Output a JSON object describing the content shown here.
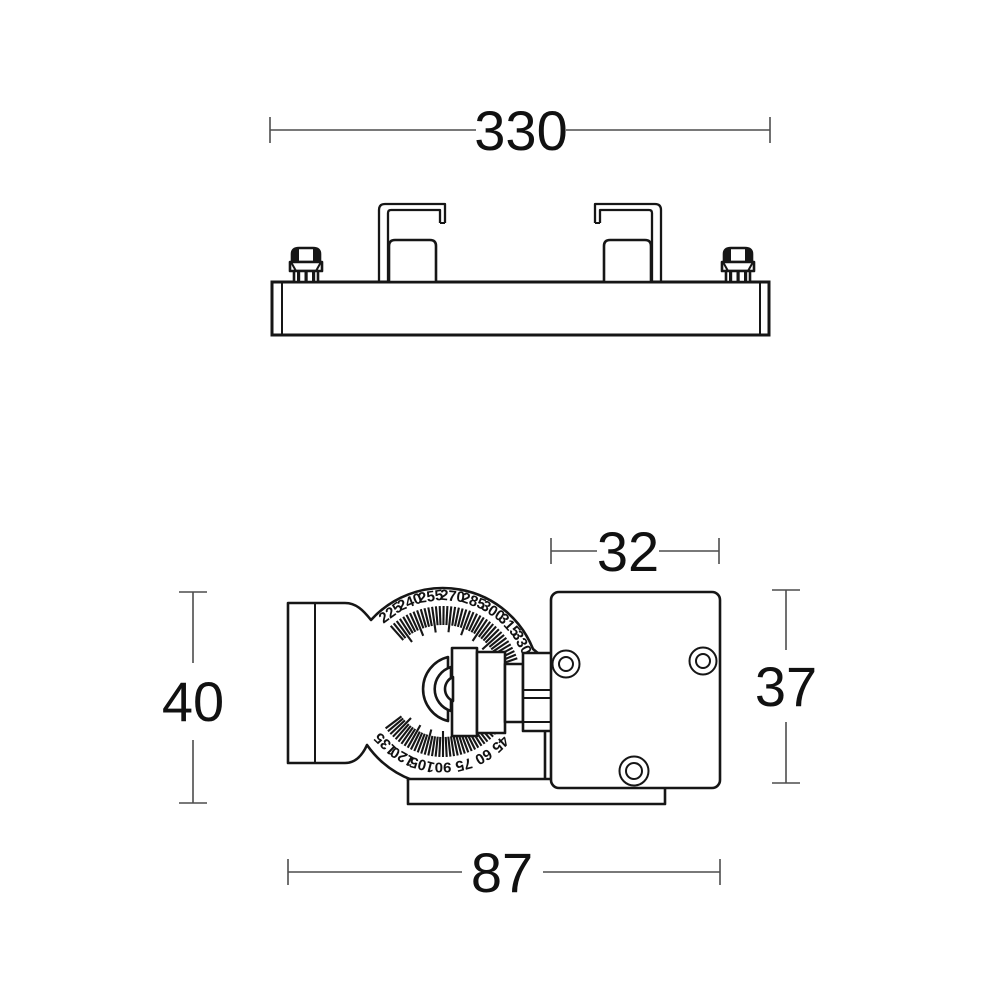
{
  "top_view": {
    "width_dim": "330"
  },
  "side_view": {
    "plate_width_dim": "32",
    "plate_height_dim": "37",
    "head_height_dim": "40",
    "total_width_dim": "87",
    "scale_top": [
      "225",
      "240",
      "255",
      "270",
      "285",
      "300",
      "315",
      "330"
    ],
    "scale_bottom": [
      "135",
      "120",
      "105",
      "90",
      "75",
      "60",
      "45"
    ]
  },
  "colors": {
    "line": "#161616",
    "dimension_line": "#4d4d4d",
    "background": "#ffffff"
  }
}
